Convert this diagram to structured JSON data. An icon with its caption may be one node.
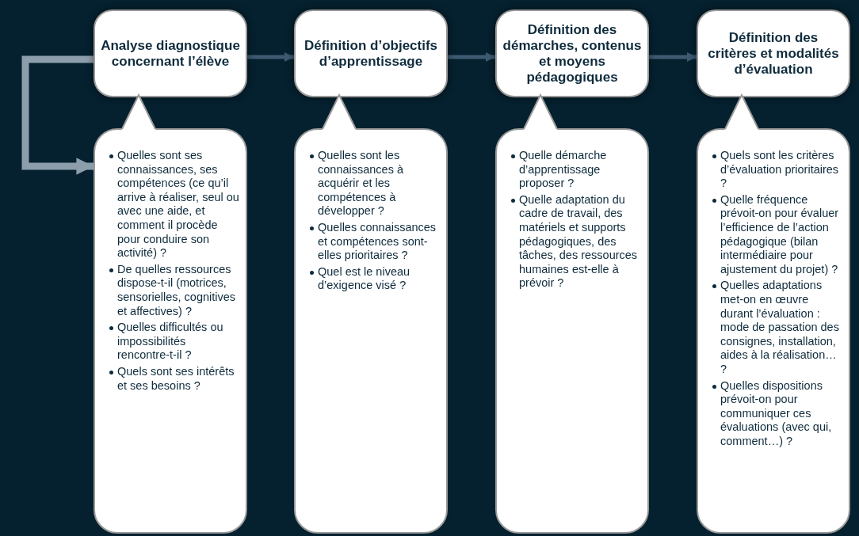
{
  "diagram": {
    "nodes": [
      {
        "text": [
          "Analyse diagnostique concernant l’élève"
        ]
      },
      {
        "text": [
          "Définition d’objectifs d’apprentissage"
        ]
      },
      {
        "text": [
          "Définition des démarches, contenus et moyens pédagogiques"
        ]
      },
      {
        "text": [
          "Définition des critères et modalités d’évaluation"
        ]
      },
      {
        "text": [
          "Quelles sont ses connaissances, ses compétences (ce qu’il arrive à réaliser, seul ou avec une aide, et comment il procède pour conduire son activité) ?",
          "De quelles ressources dispose-t-il (motrices, sensorielles, cognitives et affectives) ?",
          "Quelles difficultés ou impossibilités rencontre-t-il ?",
          "Quels sont ses intérêts et ses besoins ?"
        ]
      },
      {
        "text": [
          "Quelles sont les connaissances à acquérir et les compétences à développer ?",
          "Quelles connaissances et compétences sont-elles prioritaires ?",
          "Quel est le niveau d’exigence visé ?"
        ]
      },
      {
        "text": [
          "Quelle démarche d’apprentissage proposer ?",
          "Quelle adaptation du cadre de travail, des matériels et supports pédagogiques, des tâches, des ressources humaines est-elle à prévoir ?"
        ]
      },
      {
        "text": [
          "Quels sont les critères d’évaluation prioritaires ?",
          "Quelle fréquence prévoit-on pour évaluer l’efficience de l’action pédagogique (bilan intermédiaire pour ajustement du projet) ?",
          "Quelles adaptations met-on en œuvre durant l’évaluation : mode de passation des consignes, installation, aides à la réalisation… ?",
          "Quelles dispositions prévoit-on pour communiquer ces évaluations (avec qui, comment…) ?"
        ]
      }
    ],
    "edges": [
      {
        "from": 0,
        "to": 1,
        "arrow": "to"
      },
      {
        "from": 1,
        "to": 2,
        "arrow": "to"
      },
      {
        "from": 2,
        "to": 3,
        "arrow": "to"
      },
      {
        "from": 0,
        "to": 4,
        "arrow": "to",
        "style": "thick",
        "color": "#8c9eab"
      }
    ]
  }
}
